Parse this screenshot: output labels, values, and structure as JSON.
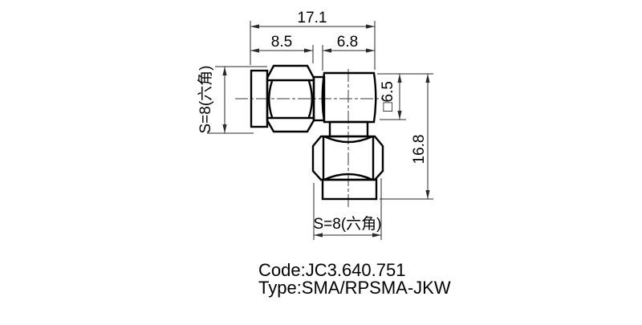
{
  "drawing": {
    "title": "right-angle coaxial connector technical drawing",
    "dimensions": {
      "total_length": "17.1",
      "left_body_length": "8.5",
      "right_body_width": "6.8",
      "square_body_size": "□6.5",
      "overall_height": "16.8",
      "hex_size_left": "S=8(六角)",
      "hex_size_bottom": "S=8(六角)"
    },
    "notes": {
      "code": "Code:JC3.640.751",
      "type": "Type:SMA/RPSMA-JKW"
    },
    "colors": {
      "ink": "#000000",
      "thin_line": "#2a2a2a",
      "background": "#ffffff"
    }
  }
}
